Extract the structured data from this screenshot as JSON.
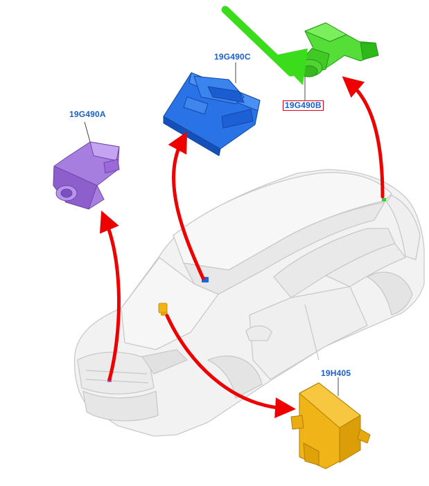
{
  "labels": {
    "camera_front": "19G490A",
    "module_windshield": "19G490C",
    "camera_rear": "19G490B",
    "control_module": "19H405"
  },
  "colors": {
    "label_text": "#1a5fd0",
    "highlight_box": "#e1001a",
    "leader_arrow": "#ee0000",
    "pointer_arrow": "#3bdc1c",
    "part_a": "#9b6ad8",
    "part_c": "#1e63d8",
    "part_b": "#3fcf2a",
    "part_h": "#f1b418",
    "vehicle": "#f1f1f1"
  },
  "highlighted_label": "camera_rear"
}
